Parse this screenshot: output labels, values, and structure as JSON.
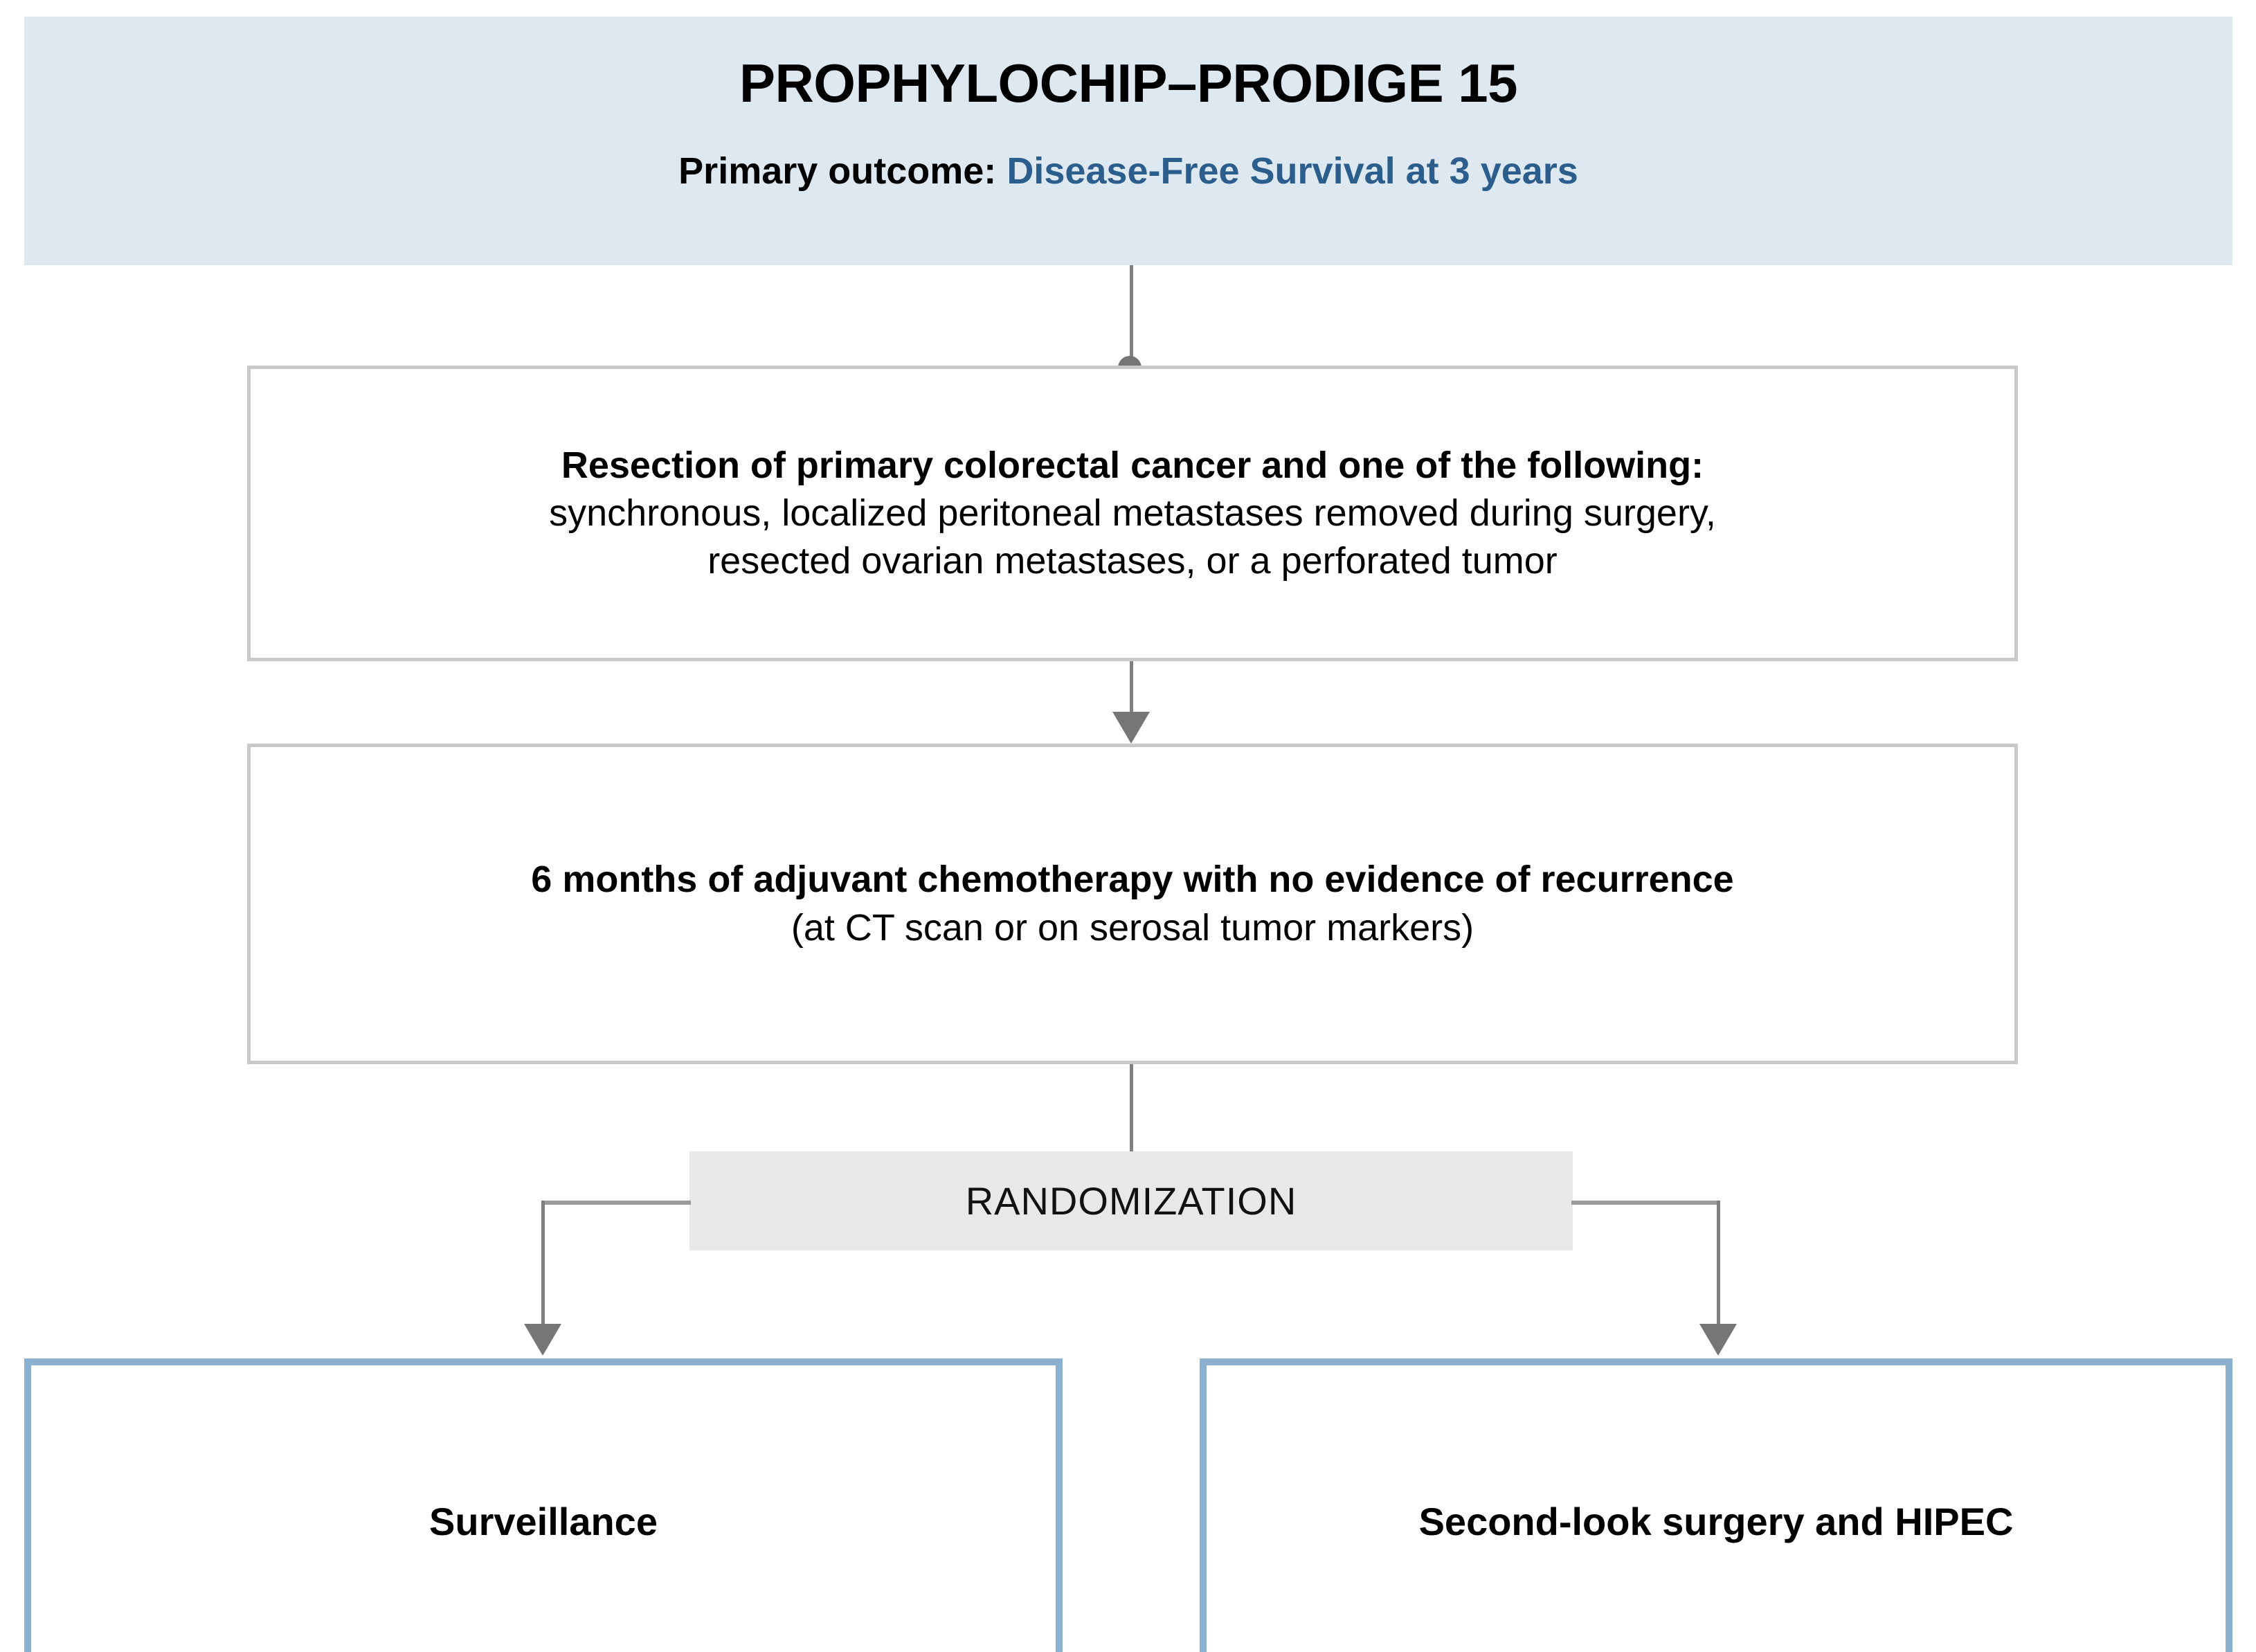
{
  "header": {
    "title": "PROPHYLOCHIP–PRODIGE 15",
    "outcome_label": "Primary outcome:",
    "outcome_value": "Disease-Free Survival at 3 years",
    "band_color": "#DEE8F0",
    "accent_color": "#2B5E8C"
  },
  "flow": {
    "eligibility": {
      "line1": "Resection of primary colorectal cancer and one of the following:",
      "line2": "synchronous, localized peritoneal metastases removed during surgery,",
      "line3": "resected ovarian metastases, or a perforated tumor",
      "border_color": "#C9C9C9"
    },
    "chemotherapy": {
      "line1": "6 months of adjuvant chemotherapy with no evidence of recurrence",
      "line2": "(at CT scan or on serosal tumor markers)",
      "border_color": "#C9C9C9"
    },
    "randomization": {
      "label": "RANDOMIZATION",
      "fill_color": "#E8E8E8"
    },
    "arms": [
      {
        "label": "Surveillance",
        "border_color": "#8BB1D0"
      },
      {
        "label": "Second-look surgery and HIPEC",
        "border_color": "#8BB1D0"
      }
    ]
  },
  "connectors": {
    "line_color": "#808080",
    "node_color": "#767676"
  }
}
